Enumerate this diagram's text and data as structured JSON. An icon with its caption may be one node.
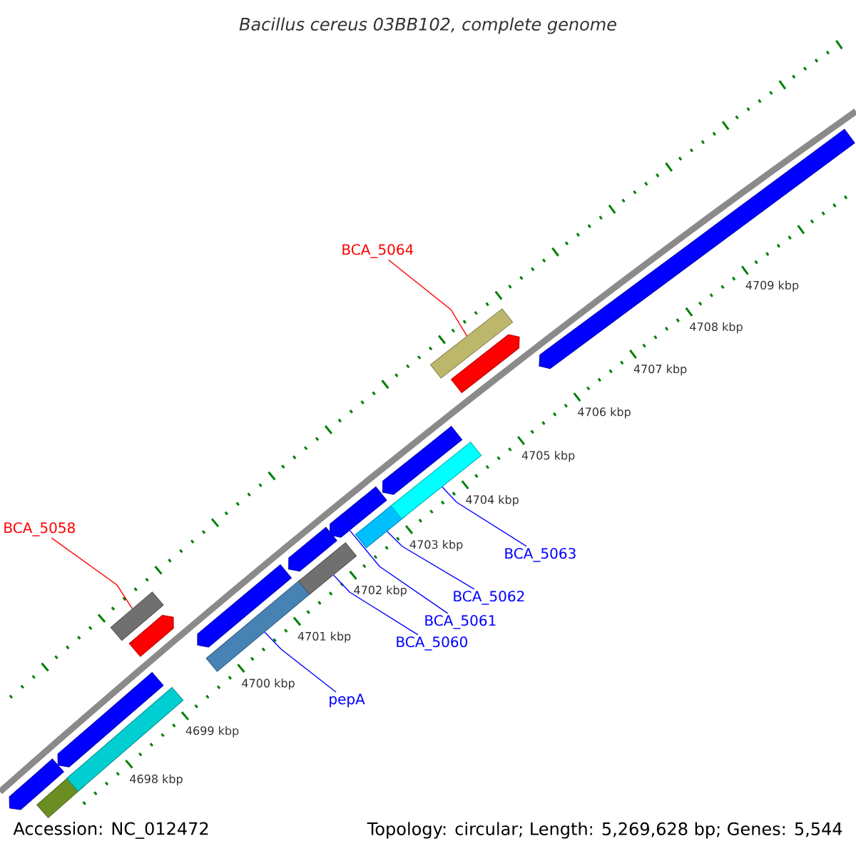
{
  "diagram": {
    "title": "Bacillus cereus 03BB102, complete genome",
    "nodes": [
      {
        "text": [
          "BCA_5064"
        ]
      },
      {
        "text": [
          "BCA_5058"
        ]
      },
      {
        "text": [
          "BCA_5063"
        ]
      },
      {
        "text": [
          "BCA_5062"
        ]
      },
      {
        "text": [
          "BCA_5061"
        ]
      },
      {
        "text": [
          "BCA_5060"
        ]
      },
      {
        "text": [
          "pepA"
        ]
      },
      {
        "text": [],
        "shape": "bar"
      },
      {
        "text": [],
        "shape": "bar"
      },
      {
        "text": [],
        "shape": "bar"
      },
      {
        "text": [],
        "shape": "bar"
      },
      {
        "text": [],
        "shape": "bar"
      },
      {
        "text": [],
        "shape": "bar"
      },
      {
        "text": [],
        "shape": "bar"
      },
      {
        "text": [],
        "shape": "bar"
      },
      {
        "text": [],
        "shape": "bar"
      },
      {
        "text": [],
        "shape": "bar"
      },
      {
        "text": [],
        "shape": "bar"
      },
      {
        "text": [],
        "shape": "bar"
      },
      {
        "text": [],
        "shape": "bar"
      },
      {
        "text": [],
        "shape": "bar"
      },
      {
        "text": [],
        "shape": "bar"
      },
      {
        "text": [],
        "shape": "bar"
      },
      {
        "text": [],
        "shape": "bar"
      },
      {
        "text": [],
        "shape": "bar"
      }
    ],
    "edges": [
      {
        "from": 0,
        "to": 22,
        "arrow": "none",
        "color": "#ff0000"
      },
      {
        "from": 1,
        "to": 11,
        "arrow": "none",
        "color": "#ff0000"
      },
      {
        "from": 2,
        "to": 21,
        "arrow": "none"
      },
      {
        "from": 3,
        "to": 19,
        "arrow": "none"
      },
      {
        "from": 4,
        "to": 17,
        "arrow": "none"
      },
      {
        "from": 5,
        "to": 16,
        "arrow": "none"
      },
      {
        "from": 6,
        "to": 14,
        "arrow": "none"
      }
    ],
    "labels": [
      "4698 kbp",
      "4699 kbp",
      "4700 kbp",
      "4701 kbp",
      "4702 kbp",
      "4703 kbp",
      "4704 kbp",
      "4705 kbp",
      "4706 kbp",
      "4707 kbp",
      "4708 kbp",
      "4709 kbp",
      "Accession: NC_012472",
      "Topology: circular; Length: 5,269,628 bp; Genes: 5,544"
    ]
  }
}
